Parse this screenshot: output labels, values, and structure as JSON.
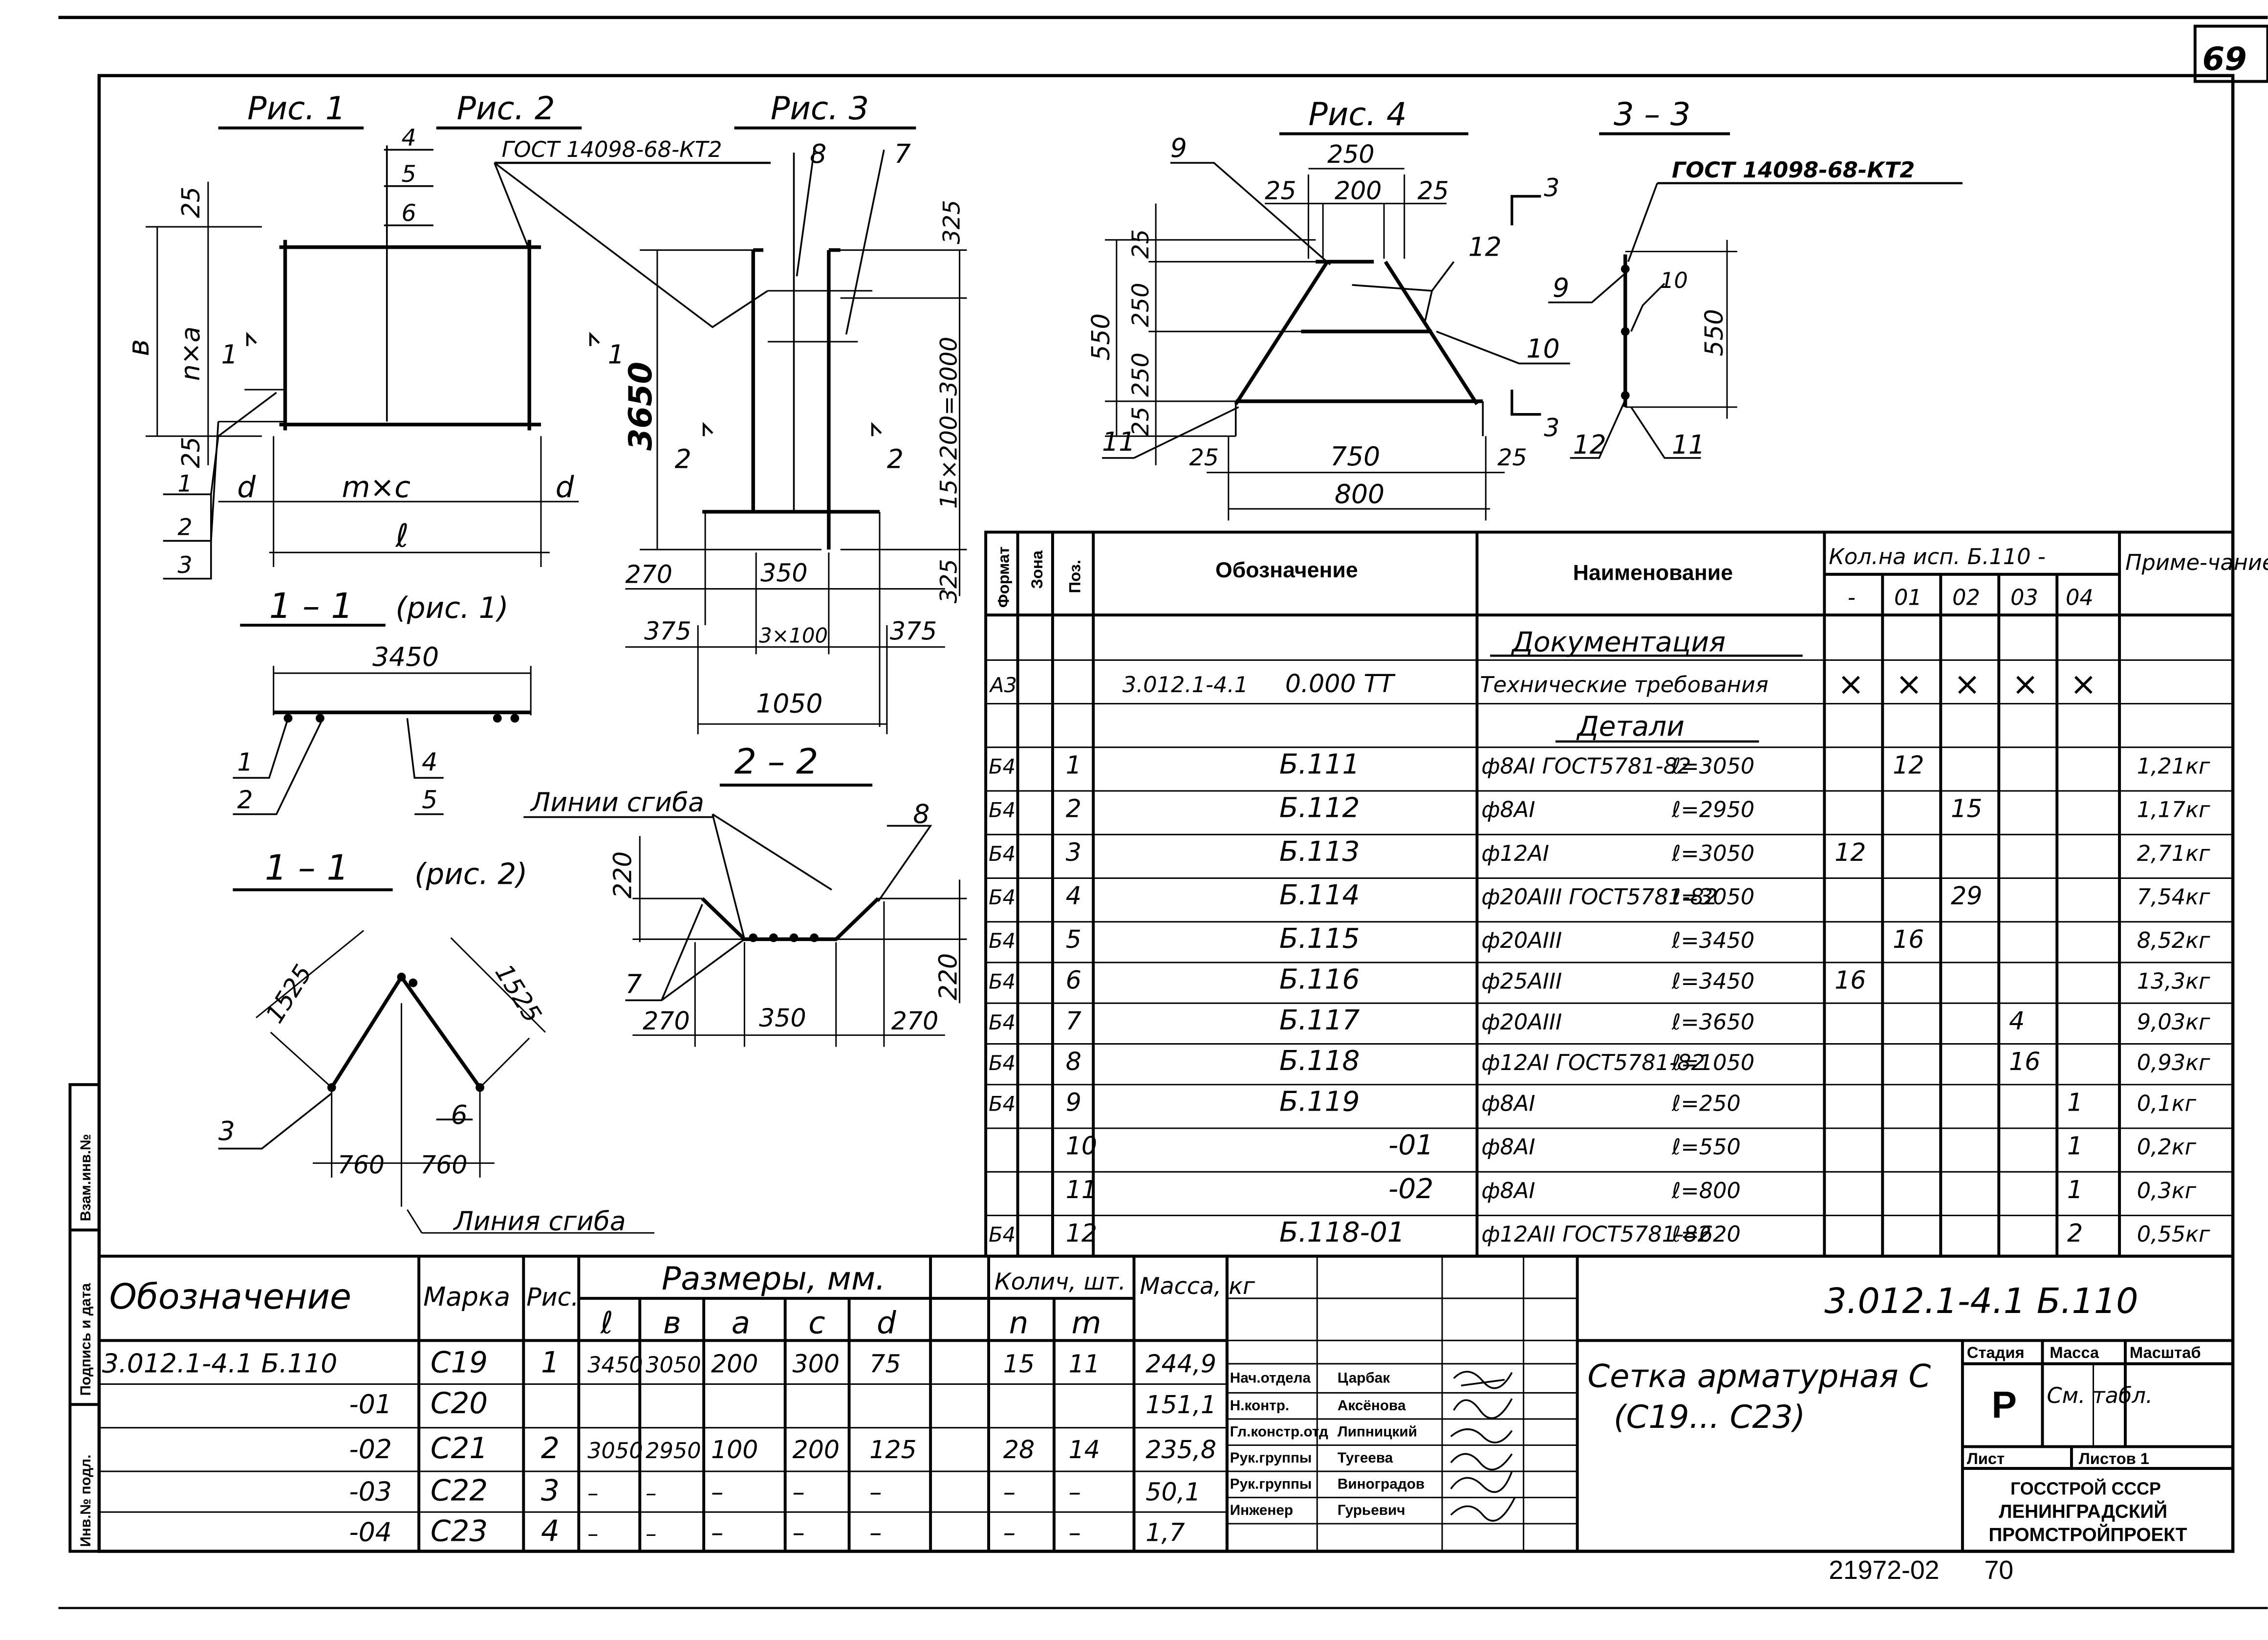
{
  "sheet": {
    "page_number": "69",
    "stamp_number": "21972-02",
    "stamp_page": "70",
    "margin_labels": [
      "Взам.инв.№",
      "Подпись и дата",
      "Инв.№ подл."
    ]
  },
  "figures": {
    "fig1": "Рис. 1",
    "fig2": "Рис. 2",
    "fig3": "Рис. 3",
    "fig4": "Рис. 4",
    "gost_note": "ГОСТ 14098-68-КТ2",
    "gost_note2": "ГОСТ 14098-68-КТ2",
    "section_11a": "1 – 1",
    "section_11a_note": "(рис. 1)",
    "section_11b": "1 – 1",
    "section_11b_note": "(рис. 2)",
    "section_22": "2 – 2",
    "section_33": "3 – 3",
    "bend_lines": "Линии сгиба",
    "bend_line": "Линия сгиба",
    "fig1_dims": {
      "top": "25",
      "bottom": "25",
      "b": "в",
      "nxa": "n×a",
      "d1": "d",
      "d2": "d",
      "mxc": "m×c",
      "l": "ℓ",
      "sec": "1",
      "sec2": "1"
    },
    "fig1_callouts": [
      "1",
      "2",
      "3",
      "4",
      "5",
      "6"
    ],
    "sec11a_dims": {
      "w": "3450"
    },
    "sec11a_callouts": [
      "1",
      "2",
      "4",
      "5"
    ],
    "sec11b_dims": {
      "s1": "1525",
      "s2": "1525",
      "b1": "760",
      "b2": "760"
    },
    "sec11b_callouts": [
      "3",
      "6"
    ],
    "fig3_dims": {
      "h": "3650",
      "top": "325",
      "bot": "325",
      "side": "15×200=3000",
      "a": "270",
      "b": "350",
      "c": "375",
      "d": "3×100",
      "e": "375",
      "w": "1050"
    },
    "fig3_callouts": [
      "8",
      "7"
    ],
    "fig3_sections": [
      "2",
      "2"
    ],
    "sec22_dims": {
      "h1": "220",
      "h2": "220",
      "a": "270",
      "b": "350",
      "c": "270"
    },
    "sec22_callouts": [
      "8",
      "7"
    ],
    "fig4_dims": {
      "top": "250",
      "l1": "25",
      "mid": "200",
      "r1": "25",
      "v1": "25",
      "v2": "250",
      "v3": "250",
      "v4": "25",
      "h": "550",
      "bl": "25",
      "base": "750",
      "br": "25",
      "w": "800"
    },
    "fig4_callouts": [
      "9",
      "12",
      "10",
      "11"
    ],
    "sec33_dims": {
      "h": "550"
    },
    "sec33_callouts": [
      "9",
      "10",
      "12",
      "11"
    ],
    "sec33_marks": [
      "3",
      "3"
    ]
  },
  "spec_table": {
    "headers": {
      "format": "Формат",
      "zone": "Зона",
      "pos": "Поз.",
      "designation": "Обозначение",
      "name": "Наименование",
      "qty": "Кол.на исп. Б.110 -",
      "note": "Приме-чание"
    },
    "variants": [
      "-",
      "01",
      "02",
      "03",
      "04"
    ],
    "section_docs": "Документация",
    "section_parts": "Детали",
    "doc_row": {
      "format": "А3",
      "designation": "3.012.1-4.1",
      "code": "0.000 ТТ",
      "name": "Технические требования",
      "marks": [
        "×",
        "×",
        "×",
        "×",
        "×"
      ]
    },
    "rows": [
      {
        "format": "Б4",
        "pos": "1",
        "designation": "Б.111",
        "name": "ф8АI ГОСТ5781-82",
        "len": "ℓ=3050",
        "q": [
          "",
          "12",
          "",
          "",
          ""
        ],
        "note": "1,21кг"
      },
      {
        "format": "Б4",
        "pos": "2",
        "designation": "Б.112",
        "name": "ф8АI",
        "len": "ℓ=2950",
        "q": [
          "",
          "",
          "15",
          "",
          ""
        ],
        "note": "1,17кг"
      },
      {
        "format": "Б4",
        "pos": "3",
        "designation": "Б.113",
        "name": "ф12АI",
        "len": "ℓ=3050",
        "q": [
          "12",
          "",
          "",
          "",
          ""
        ],
        "note": "2,71кг"
      },
      {
        "format": "Б4",
        "pos": "4",
        "designation": "Б.114",
        "name": "ф20АIII ГОСТ5781-82",
        "len": "ℓ=3050",
        "q": [
          "",
          "",
          "29",
          "",
          ""
        ],
        "note": "7,54кг"
      },
      {
        "format": "Б4",
        "pos": "5",
        "designation": "Б.115",
        "name": "ф20АIII",
        "len": "ℓ=3450",
        "q": [
          "",
          "16",
          "",
          "",
          ""
        ],
        "note": "8,52кг"
      },
      {
        "format": "Б4",
        "pos": "6",
        "designation": "Б.116",
        "name": "ф25АIII",
        "len": "ℓ=3450",
        "q": [
          "16",
          "",
          "",
          "",
          ""
        ],
        "note": "13,3кг"
      },
      {
        "format": "Б4",
        "pos": "7",
        "designation": "Б.117",
        "name": "ф20АIII",
        "len": "ℓ=3650",
        "q": [
          "",
          "",
          "",
          "4",
          ""
        ],
        "note": "9,03кг"
      },
      {
        "format": "Б4",
        "pos": "8",
        "designation": "Б.118",
        "name": "ф12АI ГОСТ5781-82",
        "len": "ℓ=1050",
        "q": [
          "",
          "",
          "",
          "16",
          ""
        ],
        "note": "0,93кг"
      },
      {
        "format": "Б4",
        "pos": "9",
        "designation": "Б.119",
        "name": "ф8АI",
        "len": "ℓ=250",
        "q": [
          "",
          "",
          "",
          "",
          "1"
        ],
        "note": "0,1кг"
      },
      {
        "format": "",
        "pos": "10",
        "designation": "-01",
        "name": "ф8АI",
        "len": "ℓ=550",
        "q": [
          "",
          "",
          "",
          "",
          "1"
        ],
        "note": "0,2кг"
      },
      {
        "format": "",
        "pos": "11",
        "designation": "-02",
        "name": "ф8АI",
        "len": "ℓ=800",
        "q": [
          "",
          "",
          "",
          "",
          "1"
        ],
        "note": "0,3кг"
      },
      {
        "format": "Б4",
        "pos": "12",
        "designation": "Б.118-01",
        "name": "ф12АII ГОСТ5781-82",
        "len": "ℓ=620",
        "q": [
          "",
          "",
          "",
          "",
          "2"
        ],
        "note": "0,55кг"
      }
    ]
  },
  "size_table": {
    "headers": {
      "designation": "Обозначение",
      "mark": "Марка",
      "fig": "Рис.",
      "sizes": "Размеры, мм.",
      "l": "ℓ",
      "b": "в",
      "a": "а",
      "c": "с",
      "d": "d",
      "count": "Колич, шт.",
      "n": "n",
      "m": "m",
      "mass": "Масса, кг"
    },
    "rows": [
      {
        "designation": "3.012.1-4.1 Б.110",
        "mark": "С19",
        "fig": "1",
        "l": "3450",
        "b": "3050",
        "a": "200",
        "c": "300",
        "d": "75",
        "n": "15",
        "m": "11",
        "mass": "244,9"
      },
      {
        "designation": "-01",
        "mark": "С20",
        "fig": "",
        "l": "",
        "b": "",
        "a": "",
        "c": "",
        "d": "",
        "n": "",
        "m": "",
        "mass": "151,1"
      },
      {
        "designation": "-02",
        "mark": "С21",
        "fig": "2",
        "l": "3050",
        "b": "2950",
        "a": "100",
        "c": "200",
        "d": "125",
        "n": "28",
        "m": "14",
        "mass": "235,8"
      },
      {
        "designation": "-03",
        "mark": "С22",
        "fig": "3",
        "l": "–",
        "b": "–",
        "a": "–",
        "c": "–",
        "d": "–",
        "n": "–",
        "m": "–",
        "mass": "50,1"
      },
      {
        "designation": "-04",
        "mark": "С23",
        "fig": "4",
        "l": "–",
        "b": "–",
        "a": "–",
        "c": "–",
        "d": "–",
        "n": "–",
        "m": "–",
        "mass": "1,7"
      }
    ]
  },
  "title_block": {
    "doc_code": "3.012.1-4.1 Б.110",
    "title_line1": "Сетка арматурная С",
    "title_line2": "(С19... С23)",
    "stage_label": "Стадия",
    "mass_label": "Масса",
    "scale_label": "Масштаб",
    "stage": "Р",
    "mass_value": "См. табл.",
    "sheet_label": "Лист",
    "sheets_label": "Листов 1",
    "org1": "ГОССТРОЙ СССР",
    "org2": "ЛЕНИНГРАДСКИЙ",
    "org3": "ПРОМСТРОЙПРОЕКТ",
    "signers": [
      {
        "role": "Нач.отдела",
        "name": "Царбак"
      },
      {
        "role": "Н.контр.",
        "name": "Аксёнова"
      },
      {
        "role": "Гл.констр.отд",
        "name": "Липницкий"
      },
      {
        "role": "Рук.группы",
        "name": "Тугеева"
      },
      {
        "role": "Рук.группы",
        "name": "Виноградов"
      },
      {
        "role": "Инженер",
        "name": "Гурьевич"
      }
    ]
  }
}
